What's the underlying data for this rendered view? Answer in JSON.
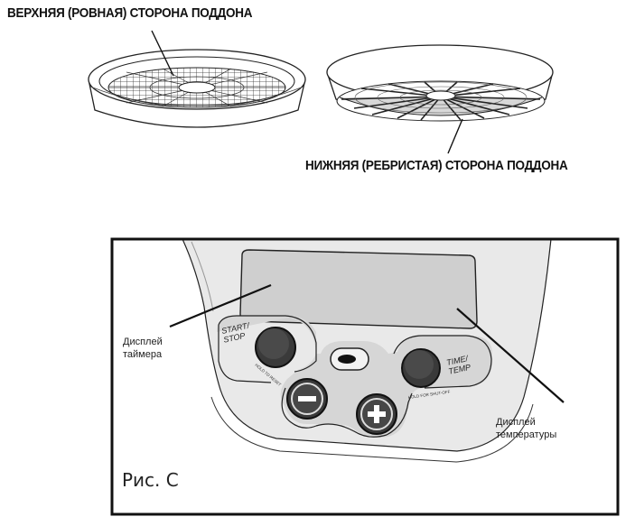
{
  "labels": {
    "top_side": "ВЕРХНЯЯ (РОВНАЯ) СТОРОНА ПОДДОНА",
    "bottom_side": "НИЖНЯЯ (РЕБРИСТАЯ) СТОРОНА ПОДДОНА",
    "timer_display": [
      "Дисплей",
      "таймера"
    ],
    "temp_display": [
      "Дисплей",
      "температуры"
    ],
    "figure": "Рис. С"
  },
  "buttons": {
    "start_stop": [
      "START/",
      "STOP"
    ],
    "start_stop_sub": "HOLD TO RESET",
    "time_temp": [
      "TIME/",
      "TEMP"
    ],
    "time_temp_sub": "HOLD FOR SHUT-OFF",
    "minus": "−",
    "plus": "+"
  }
}
